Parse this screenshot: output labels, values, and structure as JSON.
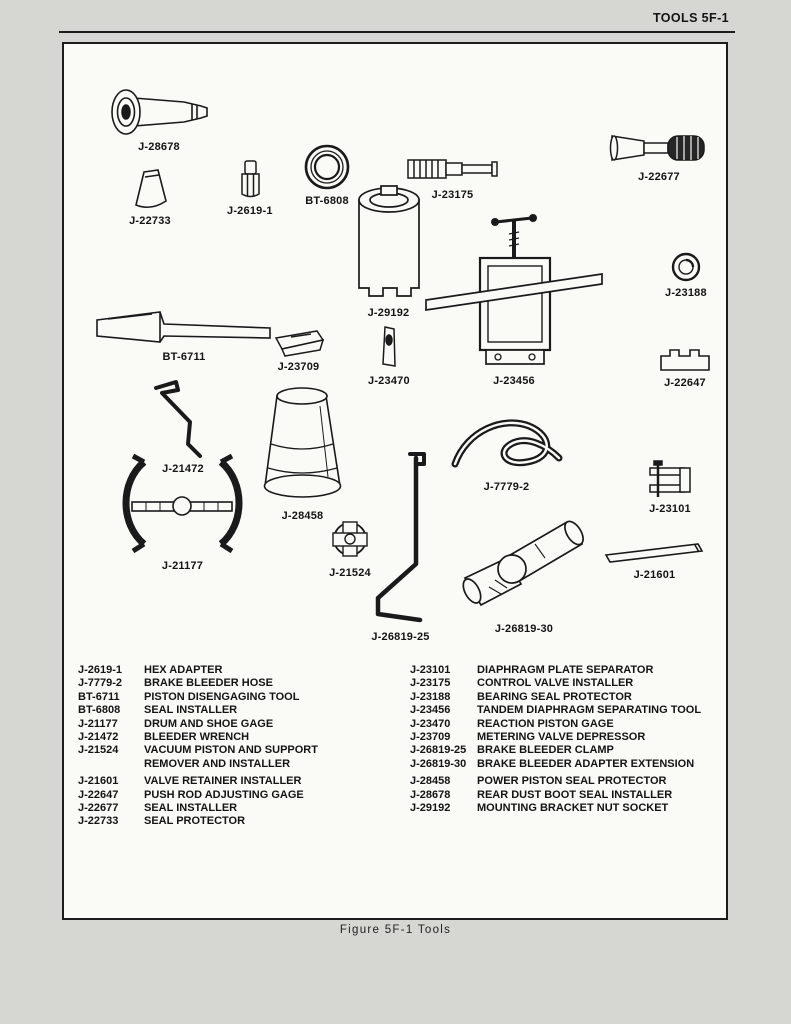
{
  "page": {
    "header": "TOOLS 5F-1",
    "caption": "Figure 5F-1 Tools"
  },
  "colors": {
    "page_bg": "#d6d6d2",
    "paper": "#fafaf6",
    "ink": "#1a1a1a"
  },
  "figure": {
    "tools": [
      {
        "label": "J-28678"
      },
      {
        "label": "J-22733"
      },
      {
        "label": "J-2619-1"
      },
      {
        "label": "BT-6808"
      },
      {
        "label": "J-23175"
      },
      {
        "label": "J-22677"
      },
      {
        "label": "J-29192"
      },
      {
        "label": "J-23188"
      },
      {
        "label": "BT-6711"
      },
      {
        "label": "J-23709"
      },
      {
        "label": "J-23470"
      },
      {
        "label": "J-23456"
      },
      {
        "label": "J-22647"
      },
      {
        "label": "J-21472"
      },
      {
        "label": "J-7779-2"
      },
      {
        "label": "J-23101"
      },
      {
        "label": "J-28458"
      },
      {
        "label": "J-21177"
      },
      {
        "label": "J-21524"
      },
      {
        "label": "J-21601"
      },
      {
        "label": "J-26819-25"
      },
      {
        "label": "J-26819-30"
      }
    ]
  },
  "legend": {
    "left": [
      {
        "number": "J-2619-1",
        "name": "HEX ADAPTER"
      },
      {
        "number": "J-7779-2",
        "name": "BRAKE BLEEDER HOSE"
      },
      {
        "number": "BT-6711",
        "name": "PISTON DISENGAGING TOOL"
      },
      {
        "number": "BT-6808",
        "name": "SEAL INSTALLER"
      },
      {
        "number": "J-21177",
        "name": "DRUM AND SHOE GAGE"
      },
      {
        "number": "J-21472",
        "name": "BLEEDER WRENCH"
      },
      {
        "number": "J-21524",
        "name": "VACUUM PISTON AND SUPPORT\nREMOVER AND INSTALLER"
      },
      {
        "number": "J-21601",
        "name": "VALVE RETAINER INSTALLER"
      },
      {
        "number": "J-22647",
        "name": "PUSH ROD ADJUSTING GAGE"
      },
      {
        "number": "J-22677",
        "name": "SEAL INSTALLER"
      },
      {
        "number": "J-22733",
        "name": "SEAL PROTECTOR"
      }
    ],
    "right": [
      {
        "number": "J-23101",
        "name": "DIAPHRAGM PLATE SEPARATOR"
      },
      {
        "number": "J-23175",
        "name": "CONTROL VALVE INSTALLER"
      },
      {
        "number": "J-23188",
        "name": "BEARING SEAL PROTECTOR"
      },
      {
        "number": "J-23456",
        "name": "TANDEM DIAPHRAGM SEPARATING TOOL"
      },
      {
        "number": "J-23470",
        "name": "REACTION PISTON GAGE"
      },
      {
        "number": "J-23709",
        "name": "METERING VALVE DEPRESSOR"
      },
      {
        "number": "J-26819-25",
        "name": "BRAKE BLEEDER CLAMP"
      },
      {
        "number": "J-26819-30",
        "name": "BRAKE BLEEDER ADAPTER EXTENSION"
      },
      {
        "number": "J-28458",
        "name": "POWER PISTON SEAL PROTECTOR"
      },
      {
        "number": "J-28678",
        "name": "REAR DUST BOOT SEAL INSTALLER"
      },
      {
        "number": "J-29192",
        "name": "MOUNTING BRACKET NUT SOCKET"
      }
    ]
  }
}
